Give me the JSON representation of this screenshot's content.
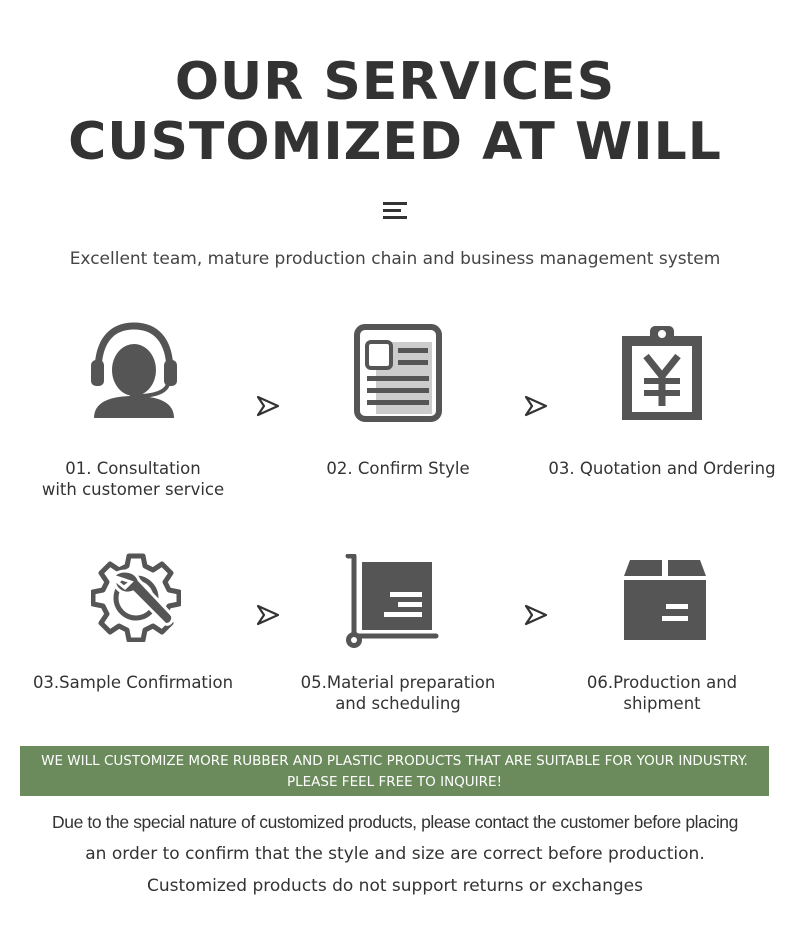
{
  "header": {
    "title_line1": "OUR SERVICES",
    "title_line2": "CUSTOMIZED AT WILL",
    "menu_icon": "menu-icon",
    "subtitle": "Excellent team, mature production chain and business management system"
  },
  "steps": [
    {
      "icon": "headset-agent-icon",
      "label_line1": "01. Consultation",
      "label_line2": "with customer service"
    },
    {
      "icon": "document-card-icon",
      "label_line1": "02. Confirm Style",
      "label_line2": ""
    },
    {
      "icon": "yen-clipboard-icon",
      "label_line1": "03. Quotation and Ordering",
      "label_line2": ""
    },
    {
      "icon": "gear-wrench-icon",
      "label_line1": "03.Sample Confirmation",
      "label_line2": ""
    },
    {
      "icon": "hand-truck-icon",
      "label_line1": "05.Material preparation",
      "label_line2": "and scheduling"
    },
    {
      "icon": "box-icon",
      "label_line1": "06.Production and",
      "label_line2": "shipment"
    }
  ],
  "banner": {
    "line1": "WE WILL CUSTOMIZE MORE RUBBER AND PLASTIC PRODUCTS THAT ARE SUITABLE FOR YOUR INDUSTRY.",
    "line2": "PLEASE FEEL FREE TO INQUIRE!",
    "color": "#6b8b5c"
  },
  "notice": {
    "line1": "Due to the special nature of customized products, please contact the customer before placing",
    "line2": "an order to confirm that the style and size are correct before production.",
    "line3": "Customized products do not support returns or exchanges"
  },
  "colors": {
    "icon_dark": "#555555",
    "icon_light": "#cccccc",
    "text": "#333333"
  }
}
